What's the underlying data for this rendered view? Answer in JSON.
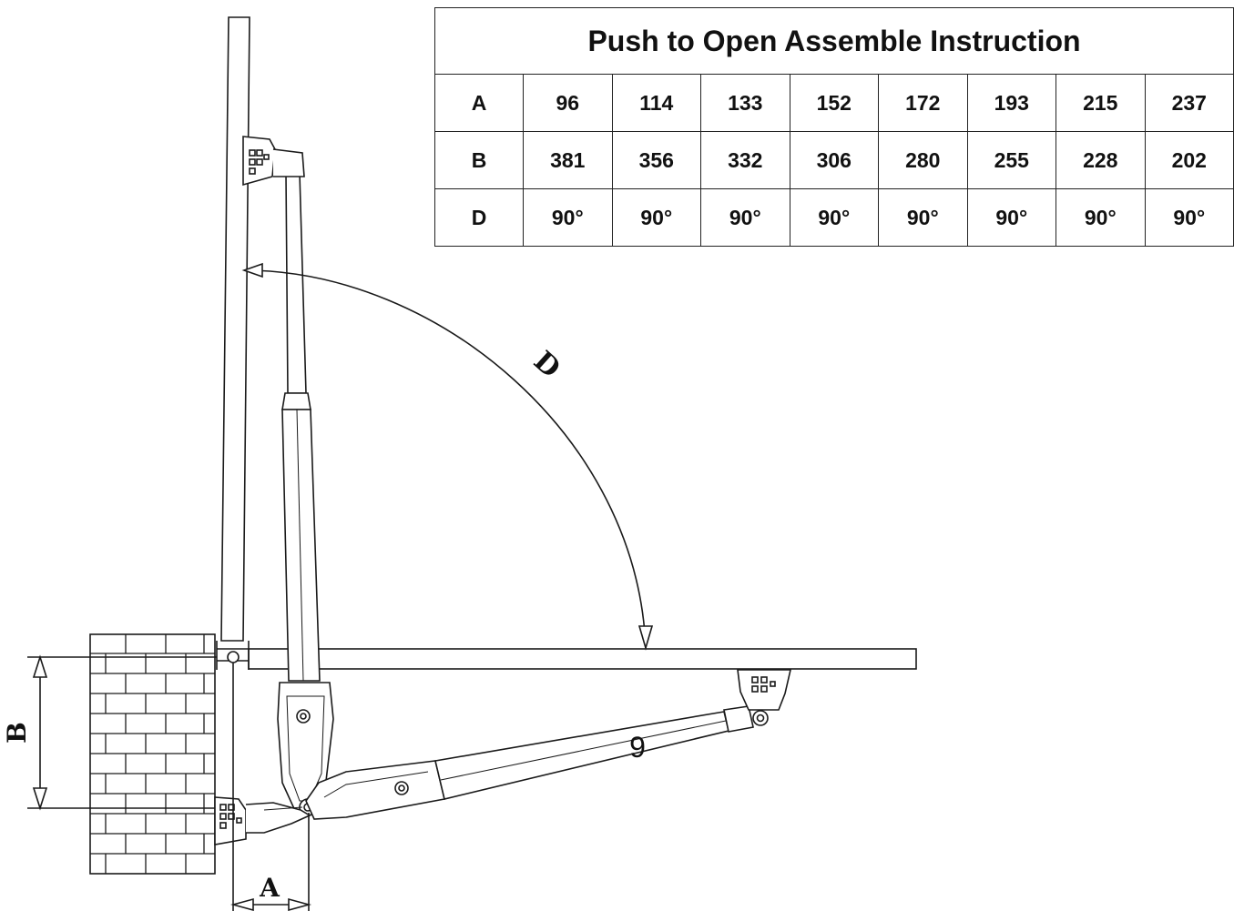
{
  "table": {
    "title": "Push to Open Assemble Instruction",
    "rows": [
      {
        "label": "A",
        "values": [
          "96",
          "114",
          "133",
          "152",
          "172",
          "193",
          "215",
          "237"
        ]
      },
      {
        "label": "B",
        "values": [
          "381",
          "356",
          "332",
          "306",
          "280",
          "255",
          "228",
          "202"
        ]
      },
      {
        "label": "D",
        "values": [
          "90°",
          "90°",
          "90°",
          "90°",
          "90°",
          "90°",
          "90°",
          "90°"
        ]
      }
    ]
  },
  "labels": {
    "a": "A",
    "b": "B",
    "d": "D",
    "page_number": "9"
  },
  "colors": {
    "line": "#1a1a1a",
    "background": "#ffffff"
  }
}
